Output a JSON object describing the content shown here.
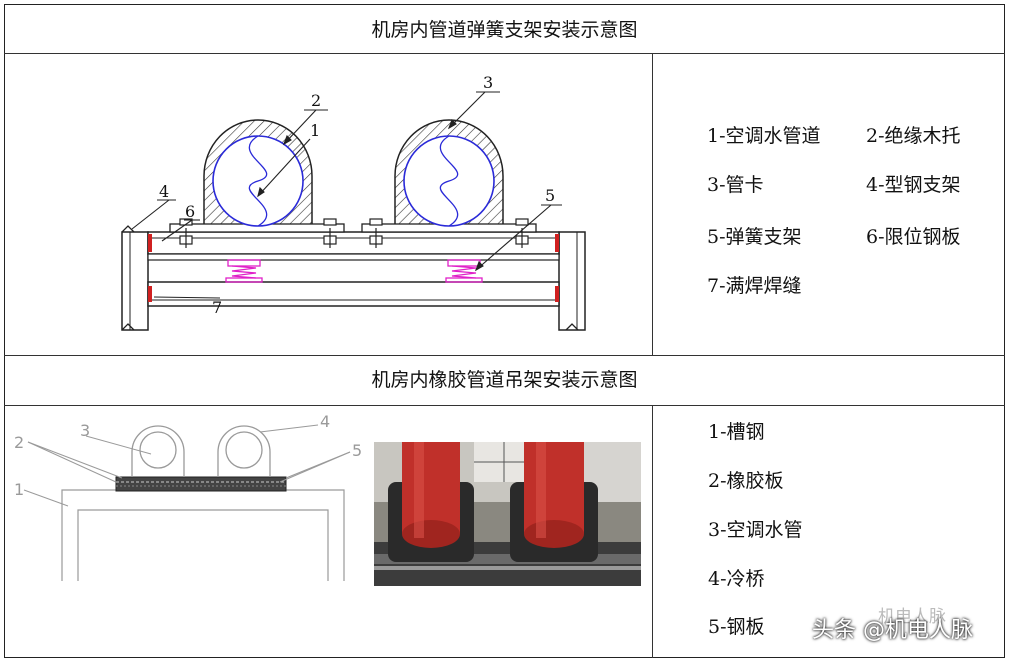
{
  "top": {
    "title": "机房内管道弹簧支架安装示意图",
    "callouts": [
      "1",
      "2",
      "3",
      "4",
      "5",
      "6",
      "7"
    ],
    "legend": [
      "1-空调水管道",
      "2-绝缘木托",
      "3-管卡",
      "4-型钢支架",
      "5-弹簧支架",
      "6-限位钢板",
      "7-满焊焊缝"
    ]
  },
  "bottom": {
    "title": "机房内橡胶管道吊架安装示意图",
    "callouts": [
      "3",
      "4",
      "2",
      "5",
      "1"
    ],
    "legend": [
      "1-槽钢",
      "2-橡胶板",
      "3-空调水管",
      "4-冷桥",
      "5-钢板"
    ]
  },
  "watermark": {
    "text": "头条 @机电人脉",
    "brand": "机电人脉"
  },
  "colors": {
    "hatch": "#333333",
    "pipe_outline": "#2a2ad8",
    "spring": "#e020c8",
    "weld": "#d02020",
    "photo_pipe": "#c0302a"
  }
}
